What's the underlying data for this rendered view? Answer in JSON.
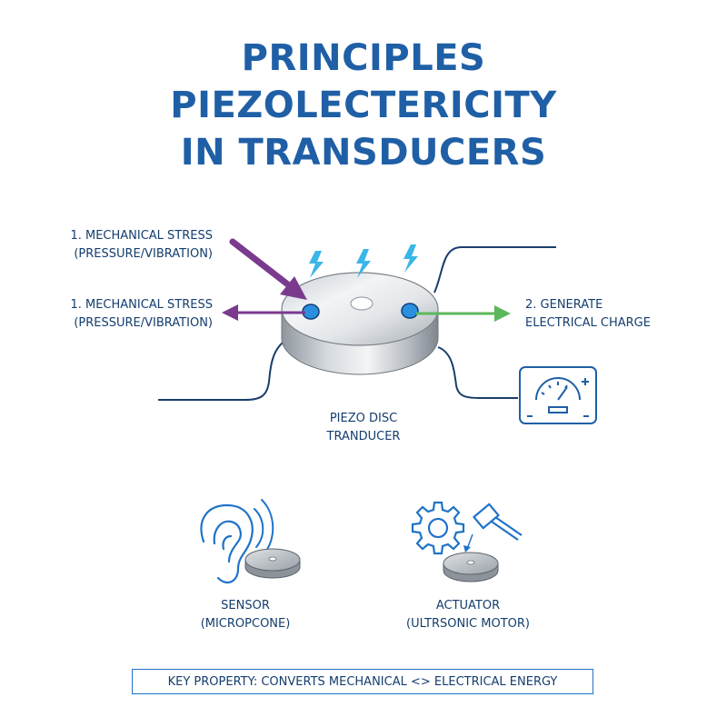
{
  "title": {
    "line1": "PRINCIPLES",
    "line2": "PIEZOLECTERICITY",
    "line3": "IN TRANSDUCERS"
  },
  "labels": {
    "stress_in": {
      "line1": "1. MECHANICAL STRESS",
      "line2": "(PRESSURE/VIBRATION)"
    },
    "stress_out": {
      "line1": "1. MECHANICAL STRESS",
      "line2": "(PRESSURE/VIBRATION)"
    },
    "charge": {
      "line1": "2. GENERATE",
      "line2": "ELECTRICAL CHARGE"
    },
    "disc": {
      "line1": "PIEZO DISC",
      "line2": "TRANDUCER"
    },
    "sensor": {
      "line1": "SENSOR",
      "line2": "(MICROPCONE)"
    },
    "actuator": {
      "line1": "ACTUATOR",
      "line2": "(ULTRSONIC MOTOR)"
    }
  },
  "key_property": "KEY PROPERTY: CONVERTS MECHANICAL <> ELECTRICAL ENERGY",
  "colors": {
    "title": "#1f5fa6",
    "text": "#143e6e",
    "stress_arrow": "#7a3a8e",
    "charge_arrow": "#5cb85c",
    "electrode": "#2b8fe0",
    "lightning": "#3bb6e8",
    "line": "#1a3e6b"
  },
  "icons": [
    "lightning-icon",
    "ear-icon",
    "gear-icon",
    "hammer-icon",
    "voltmeter-icon",
    "sound-wave-icon"
  ]
}
